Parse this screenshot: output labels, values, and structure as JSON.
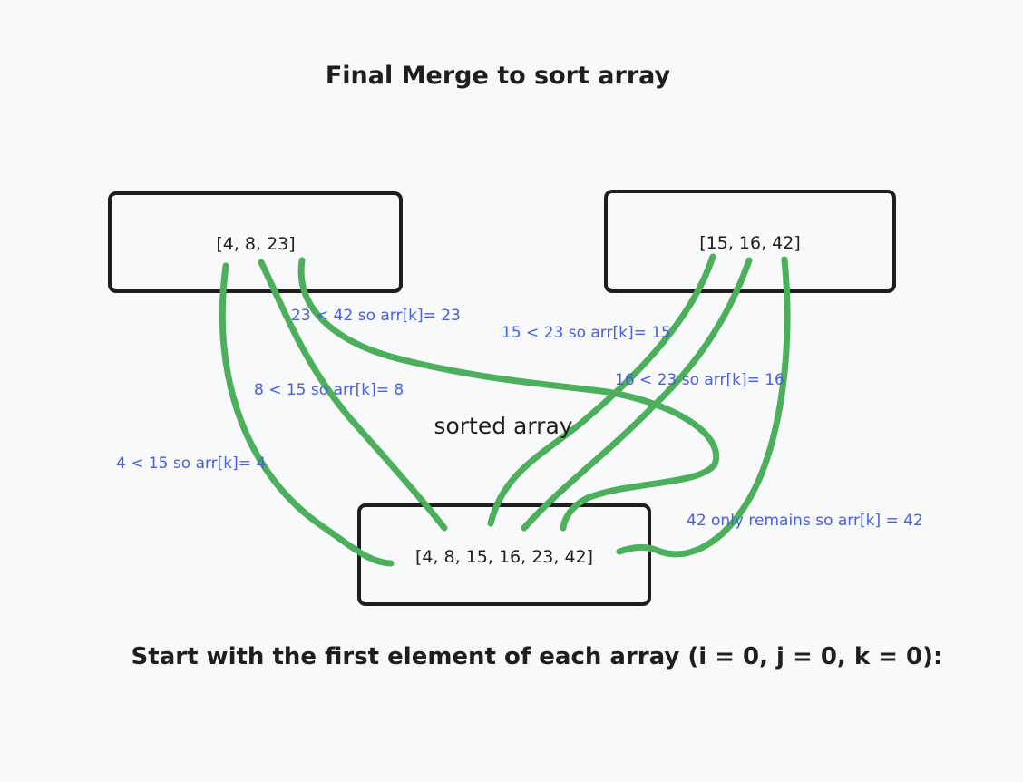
{
  "title": "Final Merge to sort array",
  "left_array": "[4, 8, 23]",
  "right_array": "[15, 16, 42]",
  "sorted_label": "sorted array",
  "result_array": "[4, 8, 15, 16, 23, 42]",
  "steps": {
    "s4": "4 < 15 so arr[k]= 4",
    "s8": "8 < 15 so arr[k]= 8",
    "s15": "15 < 23 so arr[k]= 15",
    "s16": "16 < 23 so arr[k]= 16",
    "s23": "23 < 42 so arr[k]= 23",
    "s42": "42 only remains so arr[k] = 42"
  },
  "footer": "Start with the first element of each array (i = 0, j = 0, k = 0):",
  "colors": {
    "background": "#f8f9fa",
    "stroke": "#1e1e1e",
    "connector": "#4caf5c",
    "annotation": "#4a5fd8"
  }
}
